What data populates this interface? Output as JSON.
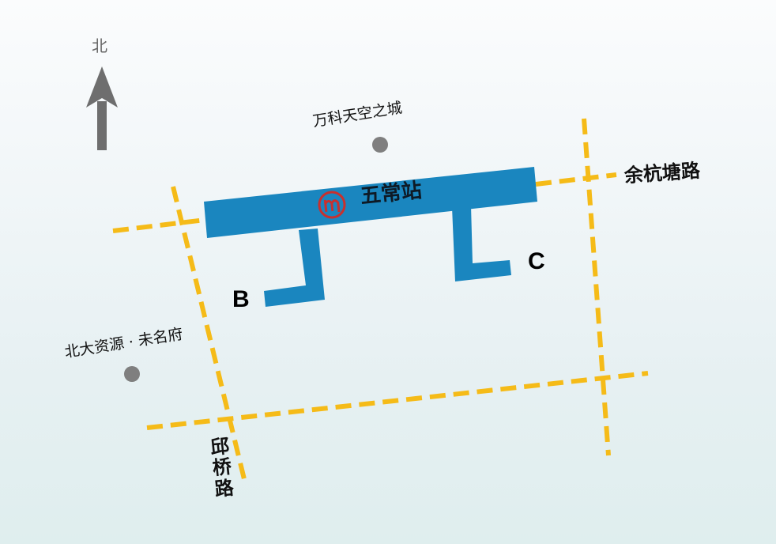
{
  "compass": {
    "label": "北",
    "icon": "north-arrow-icon",
    "color": "#6e6e6e"
  },
  "station": {
    "name": "五常站",
    "logo_icon": "hangzhou-metro-logo-icon",
    "logo_color": "#c8302e",
    "body_color": "#1a86bf"
  },
  "exits": [
    {
      "id": "B",
      "label": "B"
    },
    {
      "id": "C",
      "label": "C"
    }
  ],
  "roads": [
    {
      "name": "余杭塘路",
      "orientation": "east-west",
      "position": "north"
    },
    {
      "name": "邱桥路",
      "orientation": "north-south",
      "position": "west"
    },
    {
      "name": "",
      "orientation": "east-west",
      "position": "south"
    },
    {
      "name": "",
      "orientation": "north-south",
      "position": "east"
    }
  ],
  "road_color": "#f5bb18",
  "pois": [
    {
      "name": "万科天空之城",
      "marker": "grey-dot"
    },
    {
      "name": "北大资源 · 未名府",
      "marker": "grey-dot"
    }
  ],
  "poi_marker_color": "#7f7f7f"
}
